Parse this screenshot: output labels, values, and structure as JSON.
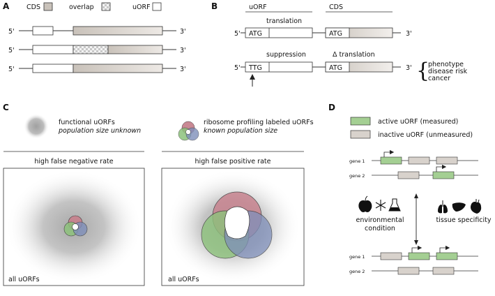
{
  "panelA": {
    "label": "A",
    "legend": {
      "cds": "CDS",
      "overlap": "overlap",
      "uorf": "uORF"
    },
    "five_prime": "5'",
    "three_prime": "3'"
  },
  "panelB": {
    "label": "B",
    "uorf_header": "uORF",
    "cds_header": "CDS",
    "translation": "translation",
    "suppression": "suppression",
    "delta_translation": "Δ translation",
    "atg": "ATG",
    "ttg": "TTG",
    "five_prime": "5'",
    "three_prime": "3'",
    "outcomes": [
      "phenotype",
      "disease risk",
      "cancer"
    ]
  },
  "panelC": {
    "label": "C",
    "functional_title": "functional uORFs",
    "functional_sub": "population size unknown",
    "ribo_title": "ribosome profiling labeled uORFs",
    "ribo_sub": "known population size",
    "left_header": "high false negative rate",
    "right_header": "high false positive rate",
    "all_uorfs": "all uORFs"
  },
  "panelD": {
    "label": "D",
    "active": "active uORF (measured)",
    "inactive": "inactive uORF (unmeasured)",
    "gene1": "gene 1",
    "gene2": "gene 2",
    "environmental": "environmental",
    "condition": "condition",
    "tissue": "tissue specificity"
  },
  "colors": {
    "cds_fill": "#ccc5be",
    "active_fill": "#a4cf93",
    "inactive_fill": "#d8d2cc",
    "red": "#c7838f",
    "green": "#8dc27c",
    "blue": "#7f8fba"
  }
}
